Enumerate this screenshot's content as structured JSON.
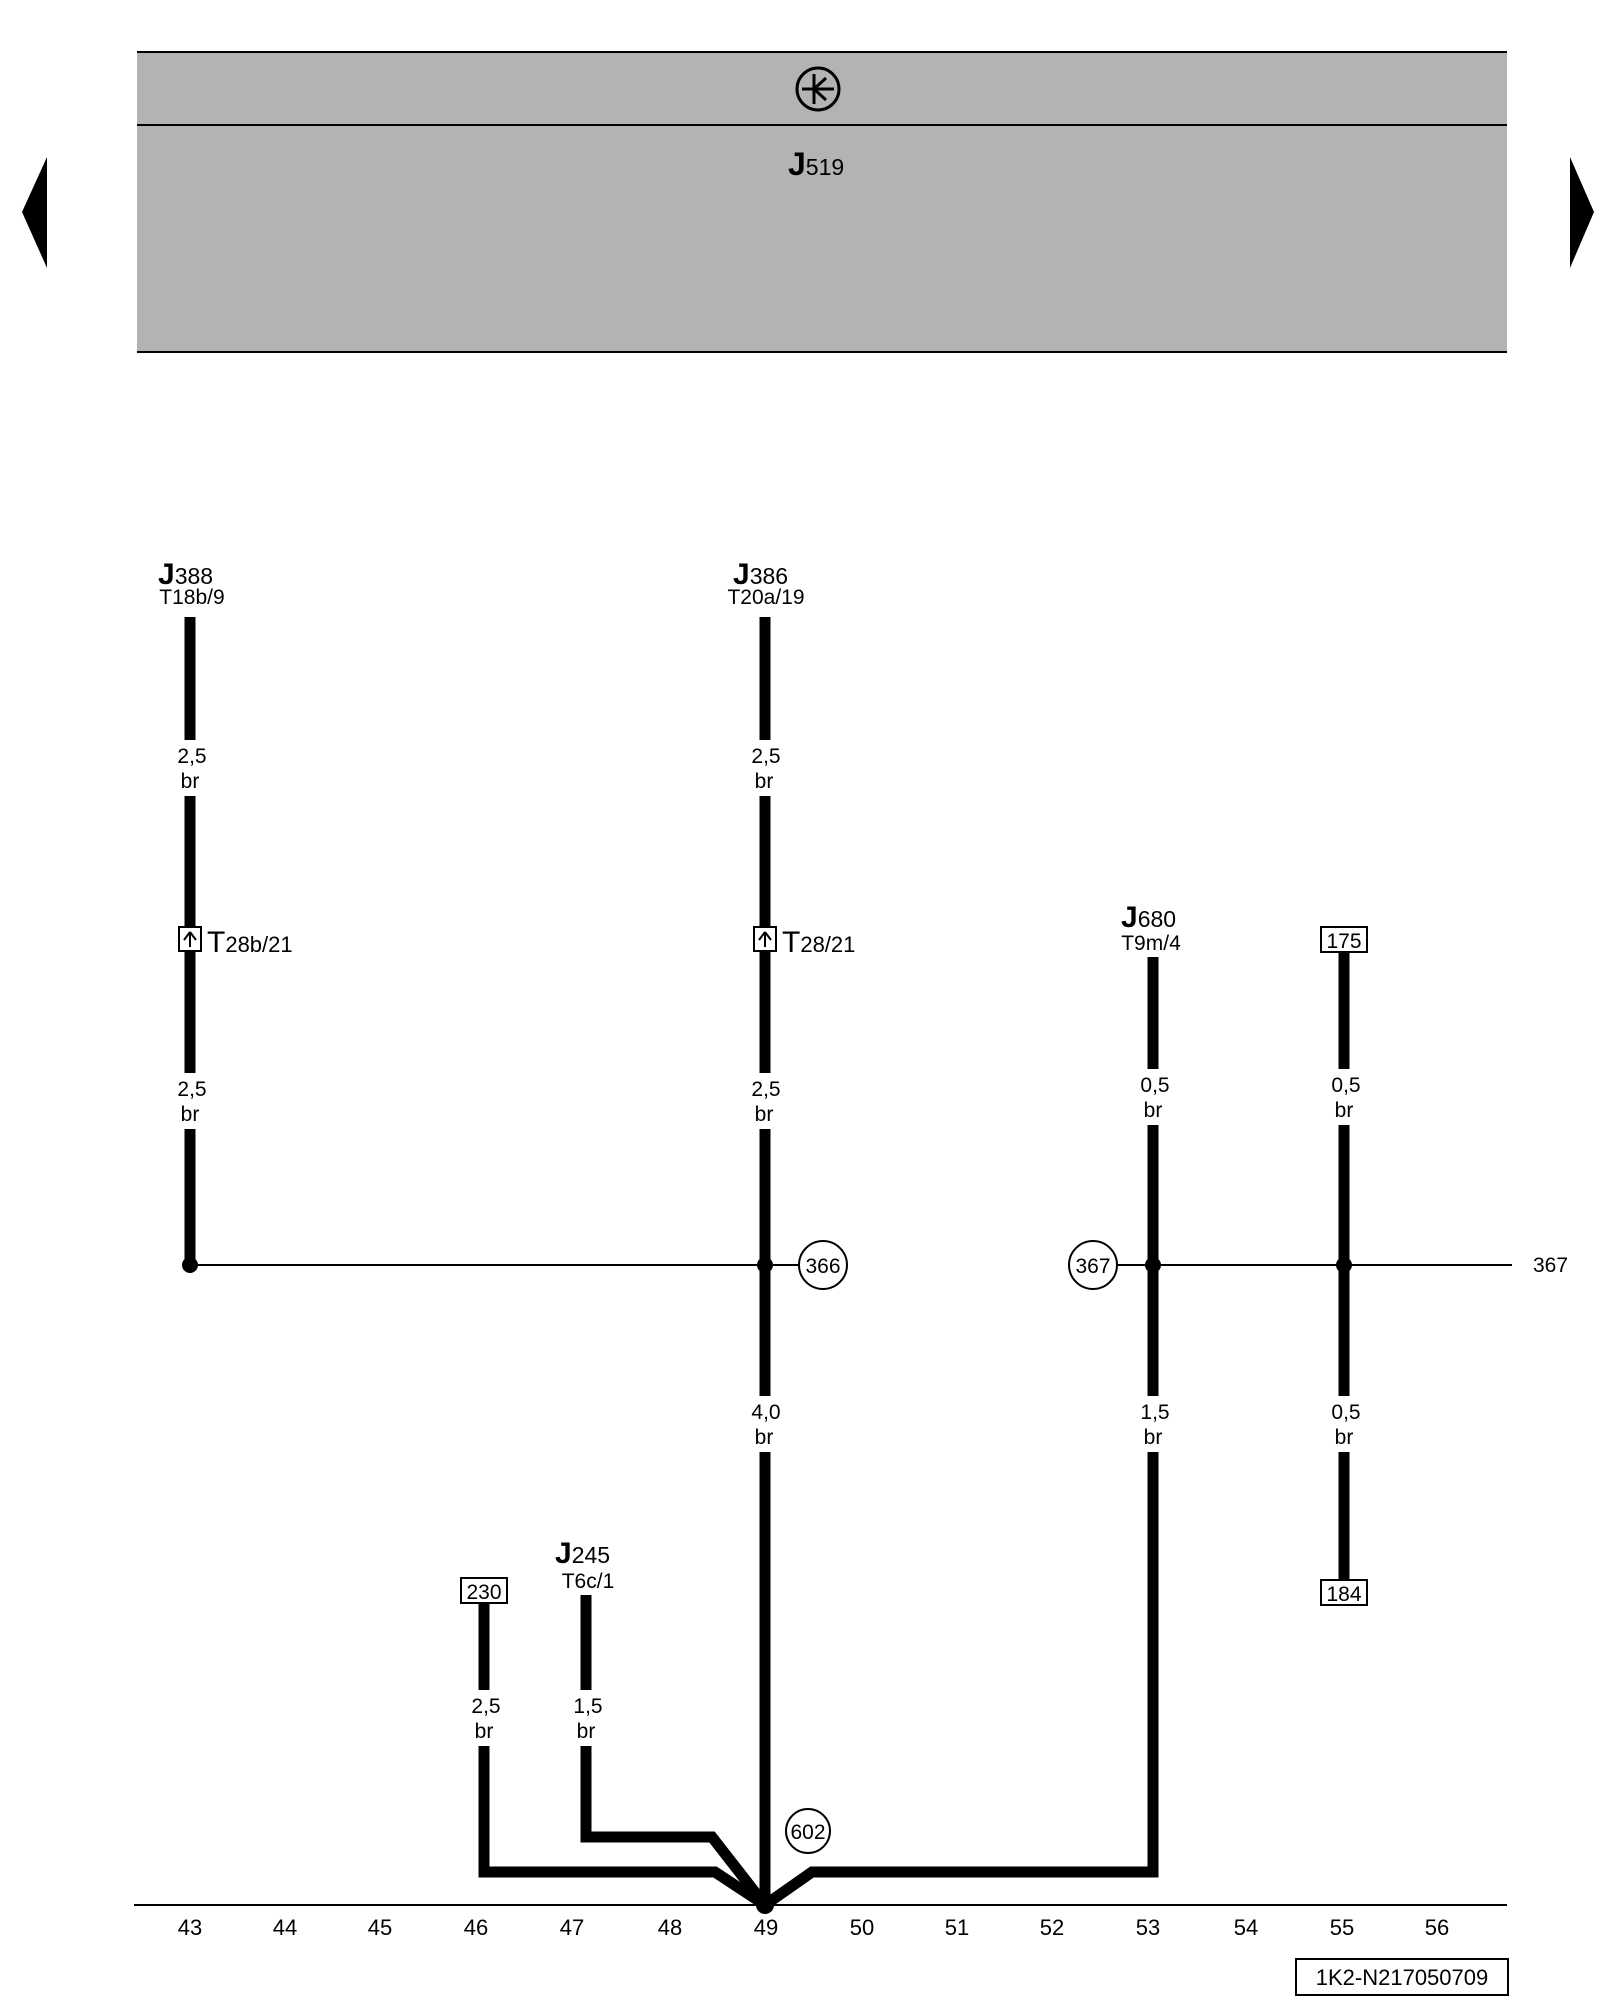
{
  "header": {
    "ground_symbol": "ground-symbol-icon",
    "module": {
      "main": "J",
      "sub": "519"
    }
  },
  "nav": {
    "prev": "arrow-left-icon",
    "next": "arrow-right-icon"
  },
  "components": {
    "j388": {
      "main": "J",
      "sub": "388",
      "pin": "T18b/9"
    },
    "j386": {
      "main": "J",
      "sub": "386",
      "pin": "T20a/19"
    },
    "j680": {
      "main": "J",
      "sub": "680",
      "pin": "T9m/4"
    },
    "j245": {
      "main": "J",
      "sub": "245",
      "pin": "T6c/1"
    }
  },
  "connectors": {
    "t28b": {
      "main": "T",
      "sub": "28b/21"
    },
    "t28": {
      "main": "T",
      "sub": "28/21"
    }
  },
  "wires": {
    "w43a": {
      "size": "2,5",
      "color": "br"
    },
    "w43b": {
      "size": "2,5",
      "color": "br"
    },
    "w49a": {
      "size": "2,5",
      "color": "br"
    },
    "w49b": {
      "size": "2,5",
      "color": "br"
    },
    "w49c": {
      "size": "4,0",
      "color": "br"
    },
    "w53a": {
      "size": "0,5",
      "color": "br"
    },
    "w53b": {
      "size": "1,5",
      "color": "br"
    },
    "w55a": {
      "size": "0,5",
      "color": "br"
    },
    "w55b": {
      "size": "0,5",
      "color": "br"
    },
    "w46": {
      "size": "2,5",
      "color": "br"
    },
    "w47": {
      "size": "1,5",
      "color": "br"
    }
  },
  "refs": {
    "box175": "175",
    "box184": "184",
    "box230": "230",
    "circle366a": "366",
    "circle367a": "367",
    "circle602": "602",
    "continue367": "367"
  },
  "axis": [
    "43",
    "44",
    "45",
    "46",
    "47",
    "48",
    "49",
    "50",
    "51",
    "52",
    "53",
    "54",
    "55",
    "56"
  ],
  "code": "1K2-N217050709"
}
